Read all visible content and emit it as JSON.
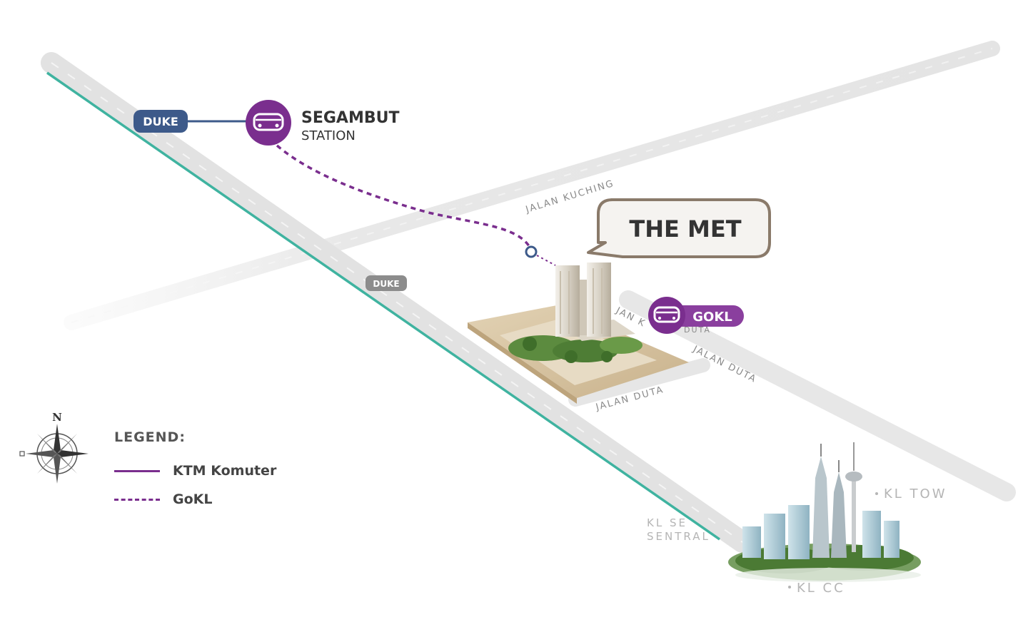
{
  "map": {
    "destination": "THE MET",
    "stations": {
      "segambut_name": "SEGAMBUT",
      "segambut_sub": "STATION",
      "gokl_tag": "GOKL"
    },
    "highway_badges": {
      "duke_top": "DUKE",
      "duke_mid": "DUKE"
    },
    "roads": {
      "jalan_kuching": "JALAN KUCHING",
      "jalan_duta_a": "JALAN DUTA",
      "jalan_duta_b": "JALAN DUTA",
      "jalan_partial": "JAN K",
      "duta_partial": "DUTA"
    },
    "places": {
      "kl_tower": "KL TOW",
      "kl_sentral_1": "KL SE",
      "kl_sentral_2": "SENTRAL",
      "klcc": "KL CC"
    },
    "compass_north": "N",
    "colors": {
      "gokl_purple": "#7a2e8e",
      "ktm_green": "#3fb3a0",
      "duke_blue": "#3d5a8a",
      "road_gray": "#e6e6e6"
    }
  },
  "legend": {
    "title": "LEGEND:",
    "items": [
      {
        "label": "KTM Komuter",
        "style": "solid"
      },
      {
        "label": "GoKL",
        "style": "dashed"
      }
    ]
  }
}
